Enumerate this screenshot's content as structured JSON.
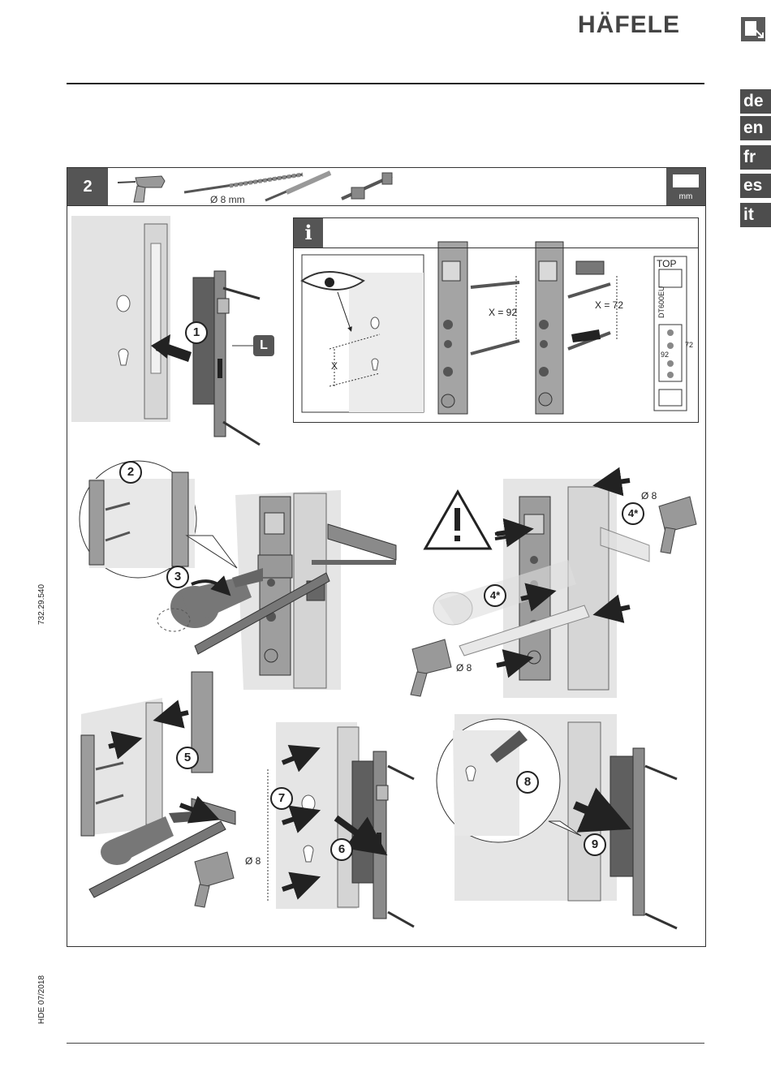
{
  "header": {
    "brand": "HÄFELE",
    "doc_icon": "mounting-instructions-icon"
  },
  "languages": [
    "de",
    "en",
    "fr",
    "es",
    "it"
  ],
  "sidebar": {
    "article_number": "732.29.540",
    "edition": "HDE 07/2018"
  },
  "panel": {
    "step_number": "2",
    "drill_size": "Ø 8 mm",
    "unit_label": "mm",
    "tools": [
      "drill-icon",
      "drill-bit-icon",
      "file-icon",
      "clamp-icon"
    ]
  },
  "info_box": {
    "symbol": "i",
    "label_x": "X",
    "label_x92": "X = 92",
    "label_x72": "X = 72",
    "top_label": "TOP",
    "template_code": "DT600EU",
    "template_92": "92",
    "template_72": "72"
  },
  "callouts": {
    "step1": "1",
    "step2": "2",
    "step3": "3",
    "step4a": "4*",
    "step4b": "4*",
    "step5": "5",
    "step6": "6",
    "step7": "7",
    "step8": "8",
    "step9": "9",
    "badge_l": "L"
  },
  "labels": {
    "dia8_a": "Ø 8",
    "dia8_b": "Ø 8",
    "dia8_c": "Ø 8"
  },
  "colors": {
    "accent": "#4d4d4d",
    "door": "#e3e3e3",
    "plate": "#777777"
  }
}
